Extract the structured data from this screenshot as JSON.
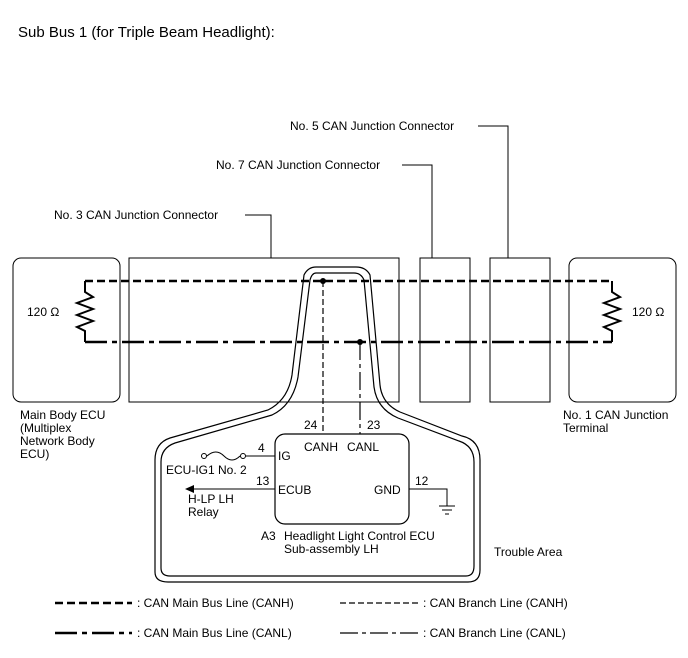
{
  "title": "Sub Bus 1 (for Triple Beam Headlight):",
  "connectors": {
    "no5": "No. 5 CAN Junction Connector",
    "no7": "No. 7 CAN Junction Connector",
    "no3": "No. 3 CAN Junction Connector"
  },
  "main_body_ecu": "Main Body ECU\n(Multiplex\nNetwork Body\nECU)",
  "junction_terminal": "No. 1 CAN Junction\nTerminal",
  "resistor_left": "120 Ω",
  "resistor_right": "120 Ω",
  "ecu": {
    "ref": "A3",
    "name": "Headlight Light Control ECU\nSub-assembly LH",
    "pins": {
      "canh": "CANH",
      "canl": "CANL",
      "ig": "IG",
      "ecub": "ECUB",
      "gnd": "GND",
      "canh_no": "24",
      "canl_no": "23",
      "ig_no": "4",
      "ecub_no": "13",
      "gnd_no": "12"
    },
    "fuse": "ECU-IG1 No. 2",
    "relay": "H-LP LH\nRelay"
  },
  "trouble_area": "Trouble Area",
  "legend": {
    "canh_main": ": CAN Main Bus Line (CANH)",
    "canl_main": ": CAN Main Bus Line (CANL)",
    "canh_branch": ": CAN Branch Line (CANH)",
    "canl_branch": ": CAN Branch Line (CANL)"
  }
}
